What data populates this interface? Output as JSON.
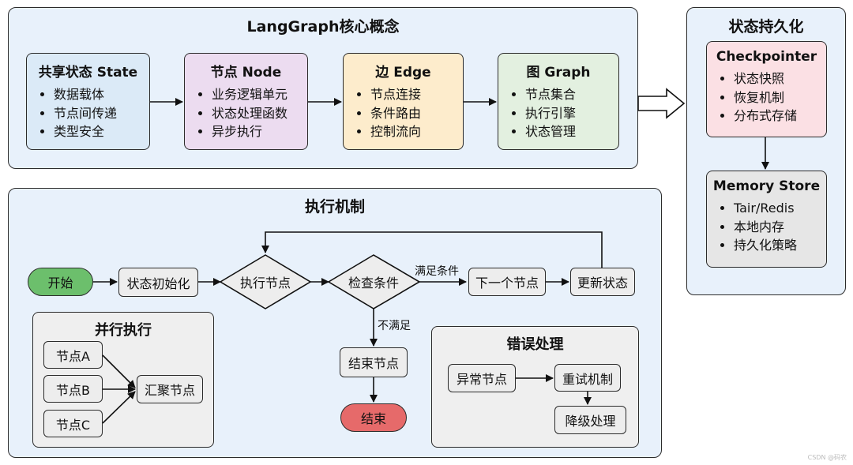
{
  "core": {
    "title": "LangGraph核心概念",
    "state": {
      "title": "共享状态 State",
      "items": [
        "数据载体",
        "节点间传递",
        "类型安全"
      ],
      "color": "#dbeaf7"
    },
    "node": {
      "title": "节点 Node",
      "items": [
        "业务逻辑单元",
        "状态处理函数",
        "异步执行"
      ],
      "color": "#ecdcf0"
    },
    "edge": {
      "title": "边 Edge",
      "items": [
        "节点连接",
        "条件路由",
        "控制流向"
      ],
      "color": "#fdeccc"
    },
    "graph": {
      "title": "图 Graph",
      "items": [
        "节点集合",
        "执行引擎",
        "状态管理"
      ],
      "color": "#e3f0e0"
    }
  },
  "persist": {
    "title": "状态持久化",
    "checkpointer": {
      "title": "Checkpointer",
      "items": [
        "状态快照",
        "恢复机制",
        "分布式存储"
      ],
      "color": "#fbe0e4"
    },
    "memory": {
      "title": "Memory Store",
      "items": [
        "Tair/Redis",
        "本地内存",
        "持久化策略"
      ],
      "color": "#e6e6e6"
    }
  },
  "exec": {
    "title": "执行机制",
    "start": "开始",
    "init": "状态初始化",
    "run": "执行节点",
    "check": "检查条件",
    "satisfied": "满足条件",
    "next": "下一个节点",
    "update": "更新状态",
    "not_satisfied": "不满足",
    "finish_node": "结束节点",
    "end": "结束",
    "start_color": "#6cbf6c",
    "end_color": "#e66a6a",
    "parallel": {
      "title": "并行执行",
      "nodes": [
        "节点A",
        "节点B",
        "节点C"
      ],
      "merge": "汇聚节点"
    },
    "error": {
      "title": "错误处理",
      "exception": "异常节点",
      "retry": "重试机制",
      "degrade": "降级处理"
    }
  },
  "watermark": "CSDN @码农"
}
